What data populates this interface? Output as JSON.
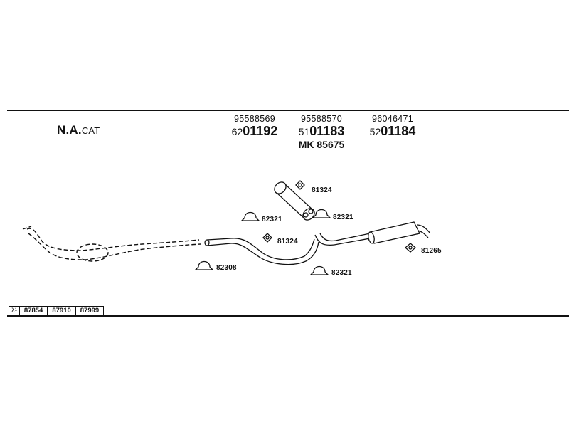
{
  "variant": {
    "main": "N.A.",
    "suffix": "CAT"
  },
  "part_numbers": [
    {
      "code": "95588569",
      "prefix": "62",
      "main": "01192",
      "mk": ""
    },
    {
      "code": "95588570",
      "prefix": "51",
      "main": "01183",
      "mk": "MK 85675"
    },
    {
      "code": "96046471",
      "prefix": "52",
      "main": "01184",
      "mk": ""
    }
  ],
  "part_labels": {
    "clamp_upper_right": "81324",
    "bracket_left": "82321",
    "bracket_right": "82321",
    "clamp_lower": "81324",
    "front_bracket": "82308",
    "bracket_bottom": "82321",
    "rear_rubber": "81265"
  },
  "bottom_table": {
    "symbol": "λ¹",
    "cells": [
      "87854",
      "87910",
      "87999"
    ]
  }
}
